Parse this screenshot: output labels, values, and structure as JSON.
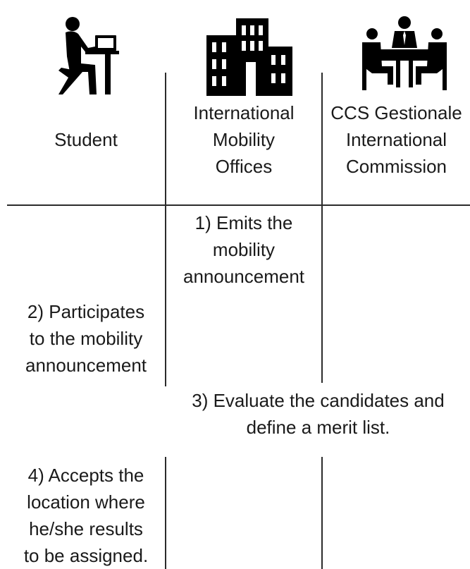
{
  "lanes": {
    "student": {
      "label": "Student",
      "icon": "student-laptop-icon"
    },
    "offices": {
      "label_lines": [
        "International",
        "Mobility",
        "Offices"
      ],
      "icon": "office-building-icon"
    },
    "commission": {
      "label_lines": [
        "CCS Gestionale",
        "International",
        "Commission"
      ],
      "icon": "meeting-table-icon"
    }
  },
  "steps": {
    "step1": [
      "1) Emits the",
      "mobility",
      "announcement"
    ],
    "step2": [
      "2) Participates",
      "to the mobility",
      "announcement"
    ],
    "step3": [
      "3) Evaluate the candidates and",
      "define a merit list."
    ],
    "step4": [
      "4) Accepts the",
      "location where",
      "he/she results",
      "to be assigned."
    ]
  },
  "colors": {
    "line": "#2b2b2b",
    "icon": "#000000",
    "text": "#1a1a1a"
  }
}
